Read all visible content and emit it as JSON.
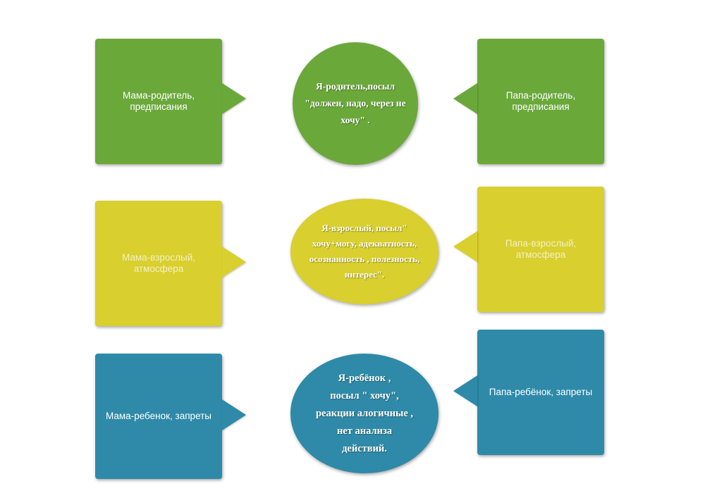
{
  "row1": {
    "mom": "Мама-родитель,\nпредписания",
    "center": "Я-родитель,посыл\n\"должен, надо, через не\nхочу\" .",
    "dad": "Папа-родитель,\nпредписания"
  },
  "row2": {
    "mom": "Мама-взрослый,\nатмосфера",
    "center": "Я-взрослый, посыл\"\nхочу+могу, адекватность,\nосознанность , полезность,\nинтерес\".",
    "dad": "Папа-взрослый,\nатмосфера"
  },
  "row3": {
    "mom": "Мама-ребенок, запреты",
    "center": "Я-ребёнок ,\nпосыл \" хочу\",\nреакции алогичные ,\nнет анализа\nдействий.",
    "dad": "Папа-ребёнок, запреты"
  },
  "colors": {
    "green": "#6aa83a",
    "yellow": "#d9cf2e",
    "blue": "#2e8aa8"
  }
}
